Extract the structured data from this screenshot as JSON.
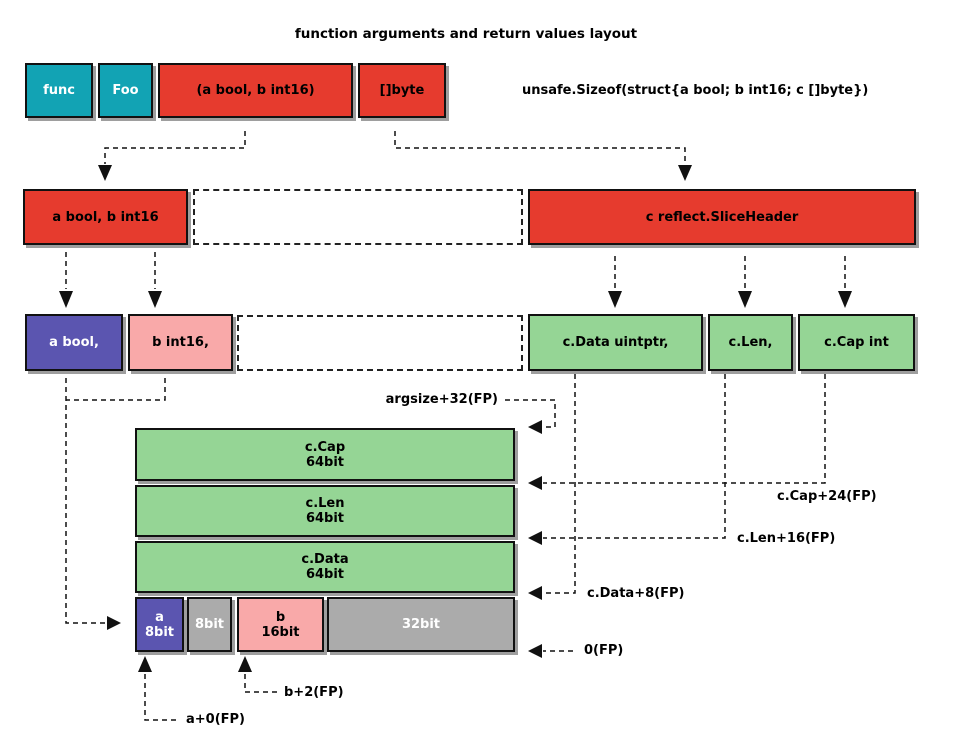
{
  "title": "function arguments and return values layout",
  "sizeof_caption": "unsafe.Sizeof(struct{a bool; b int16; c []byte})",
  "colors": {
    "teal": "#12a3b4",
    "red": "#e63b2e",
    "purple": "#5b55b0",
    "pink": "#f9a9a9",
    "green": "#95d595",
    "gray": "#ababab"
  },
  "top_row": {
    "func_keyword": "func",
    "func_name": "Foo",
    "args": "(a bool, b int16)",
    "return_type": "[]byte"
  },
  "mid_row": {
    "args_group": "a bool, b int16",
    "slice_header": "c reflect.SliceHeader"
  },
  "field_row": {
    "a": "a bool,",
    "b": "b int16,",
    "c_data": "c.Data uintptr,",
    "c_len": "c.Len,",
    "c_cap": "c.Cap int"
  },
  "stack": {
    "c_cap": {
      "name": "c.Cap",
      "size": "64bit"
    },
    "c_len": {
      "name": "c.Len",
      "size": "64bit"
    },
    "c_data": {
      "name": "c.Data",
      "size": "64bit"
    },
    "a": {
      "name": "a",
      "size": "8bit"
    },
    "pad": {
      "size": "8bit"
    },
    "b": {
      "name": "b",
      "size": "16bit"
    },
    "tail_pad": {
      "size": "32bit"
    }
  },
  "offsets": {
    "argsize": "argsize+32(FP)",
    "c_cap": "c.Cap+24(FP)",
    "c_len": "c.Len+16(FP)",
    "c_data": "c.Data+8(FP)",
    "zero": "0(FP)",
    "b": "b+2(FP)",
    "a": "a+0(FP)"
  }
}
